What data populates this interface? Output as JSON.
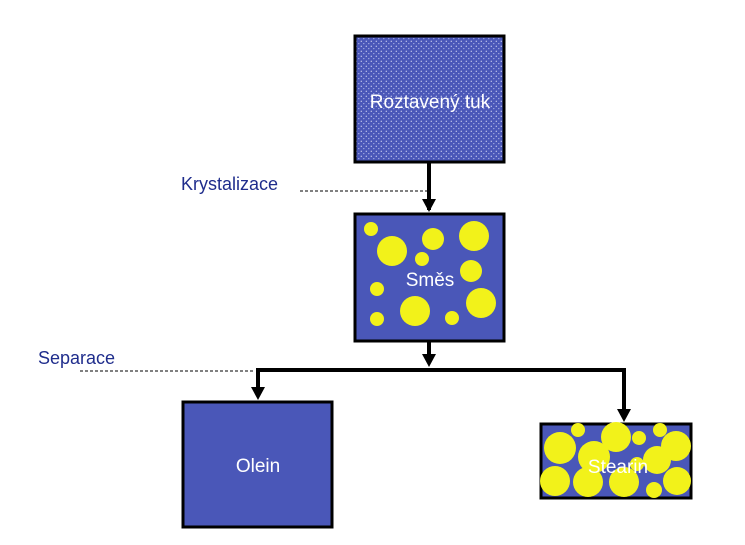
{
  "diagram": {
    "nodes": {
      "melted_fat": {
        "label": "Roztavený tuk"
      },
      "mixture": {
        "label": "Směs"
      },
      "olein": {
        "label": "Olein"
      },
      "stearin": {
        "label": "Stearin"
      }
    },
    "steps": {
      "crystallization": {
        "label": "Krystalizace"
      },
      "separation": {
        "label": "Separace"
      }
    },
    "colors": {
      "box_fill": "#4a57b8",
      "box_border": "#000000",
      "crystal": "#f2f21a",
      "step_text": "#1f2d8c",
      "box_text": "#ffffff"
    }
  }
}
